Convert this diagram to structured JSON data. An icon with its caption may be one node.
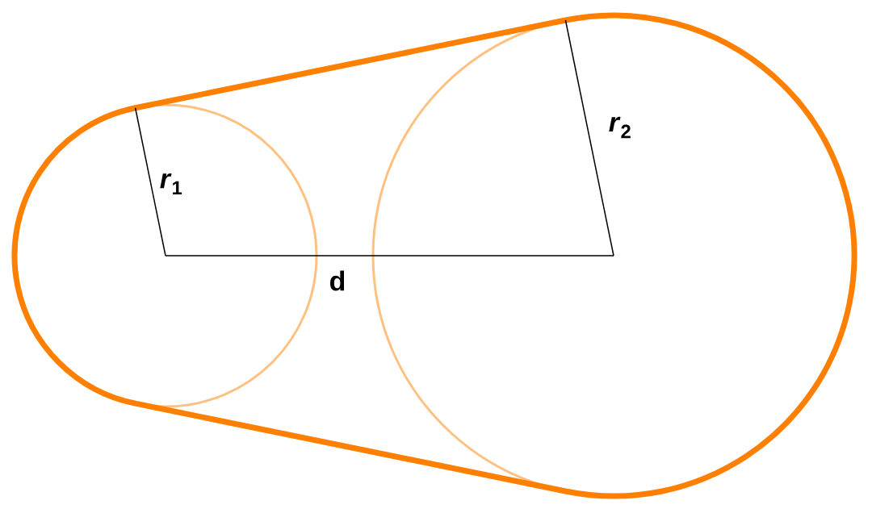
{
  "diagram": {
    "labels": [
      "*r*$_{1}$",
      "*r*$_{2}$",
      "d"
    ]
  }
}
